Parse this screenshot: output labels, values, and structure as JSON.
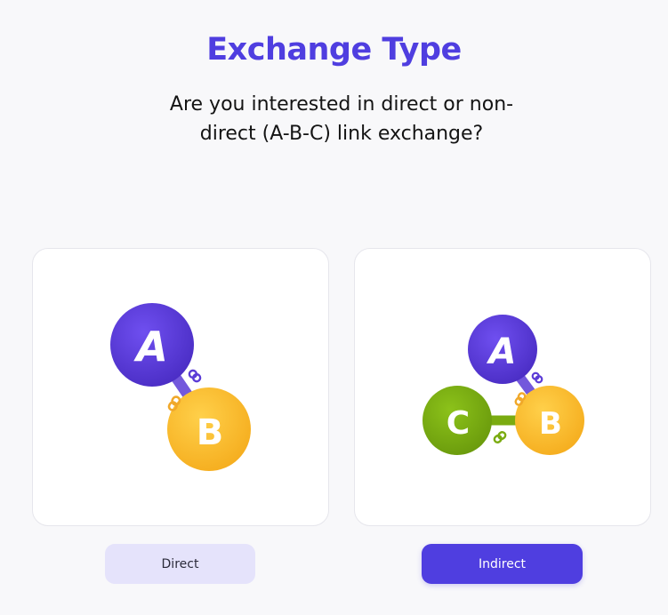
{
  "header": {
    "title": "Exchange Type",
    "subtitle": "Are you interested in direct or non-direct (A-B-C) link exchange?"
  },
  "options": {
    "direct": {
      "nodes": [
        "A",
        "B"
      ],
      "button_label": "Direct",
      "selected": false
    },
    "indirect": {
      "nodes": [
        "A",
        "C",
        "B"
      ],
      "button_label": "Indirect",
      "selected": true
    }
  },
  "colors": {
    "accent": "#4f3ee0",
    "node_a": "#5b3cd6",
    "node_b": "#fbbd2e",
    "node_c": "#7aab10",
    "link_chain": "#f0a82a",
    "direct_button_bg": "#e5e3fb",
    "indirect_button_bg": "#4f3ee0"
  },
  "icons": [
    "chain-link-icon"
  ]
}
